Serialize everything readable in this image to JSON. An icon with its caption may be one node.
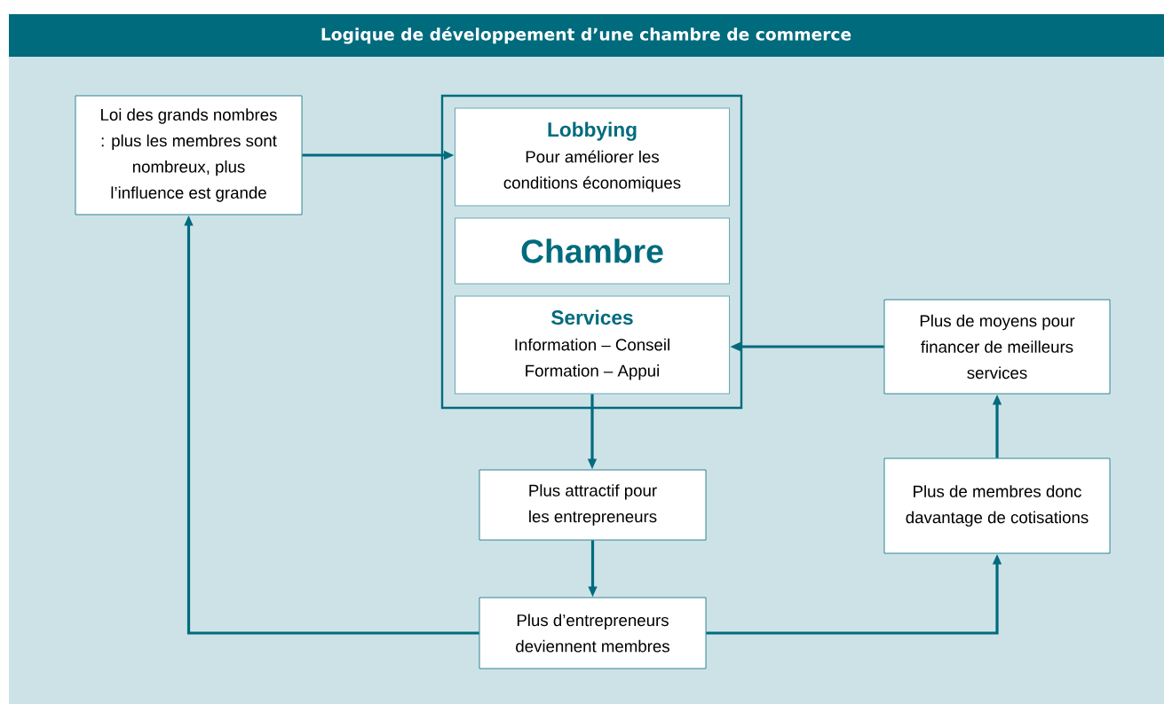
{
  "diagram": {
    "title": "Logique de développement d’une chambre de commerce",
    "nodes": [
      {
        "text": [
          "Loi des grands nombres : plus les membres sont nombreux, plus l’influence est grande"
        ]
      },
      {
        "text": [],
        "shape": "box"
      },
      {
        "text": [
          "Lobbying",
          "Pour améliorer les conditions économiques"
        ],
        "in": 1
      },
      {
        "text": [
          "Chambre"
        ],
        "in": 1
      },
      {
        "text": [
          "Services",
          "Information – Conseil Formation – Appui"
        ],
        "in": 1
      },
      {
        "text": [
          "Plus de moyens pour financer de meilleurs services"
        ]
      },
      {
        "text": [
          "Plus attractif pour les entrepreneurs"
        ]
      },
      {
        "text": [
          "Plus de membres donc davantage de cotisations"
        ]
      },
      {
        "text": [
          "Plus d’entrepreneurs deviennent membres"
        ]
      }
    ],
    "edges": [
      {
        "from": 0,
        "to": 2,
        "arrow": "to"
      },
      {
        "from": 5,
        "to": 4,
        "arrow": "to"
      },
      {
        "from": 4,
        "to": 6,
        "arrow": "to"
      },
      {
        "from": 6,
        "to": 8,
        "arrow": "to"
      },
      {
        "from": 8,
        "to": 0,
        "arrow": "to"
      },
      {
        "from": 8,
        "to": 7,
        "arrow": "to"
      },
      {
        "from": 7,
        "to": 5,
        "arrow": "to"
      }
    ]
  }
}
